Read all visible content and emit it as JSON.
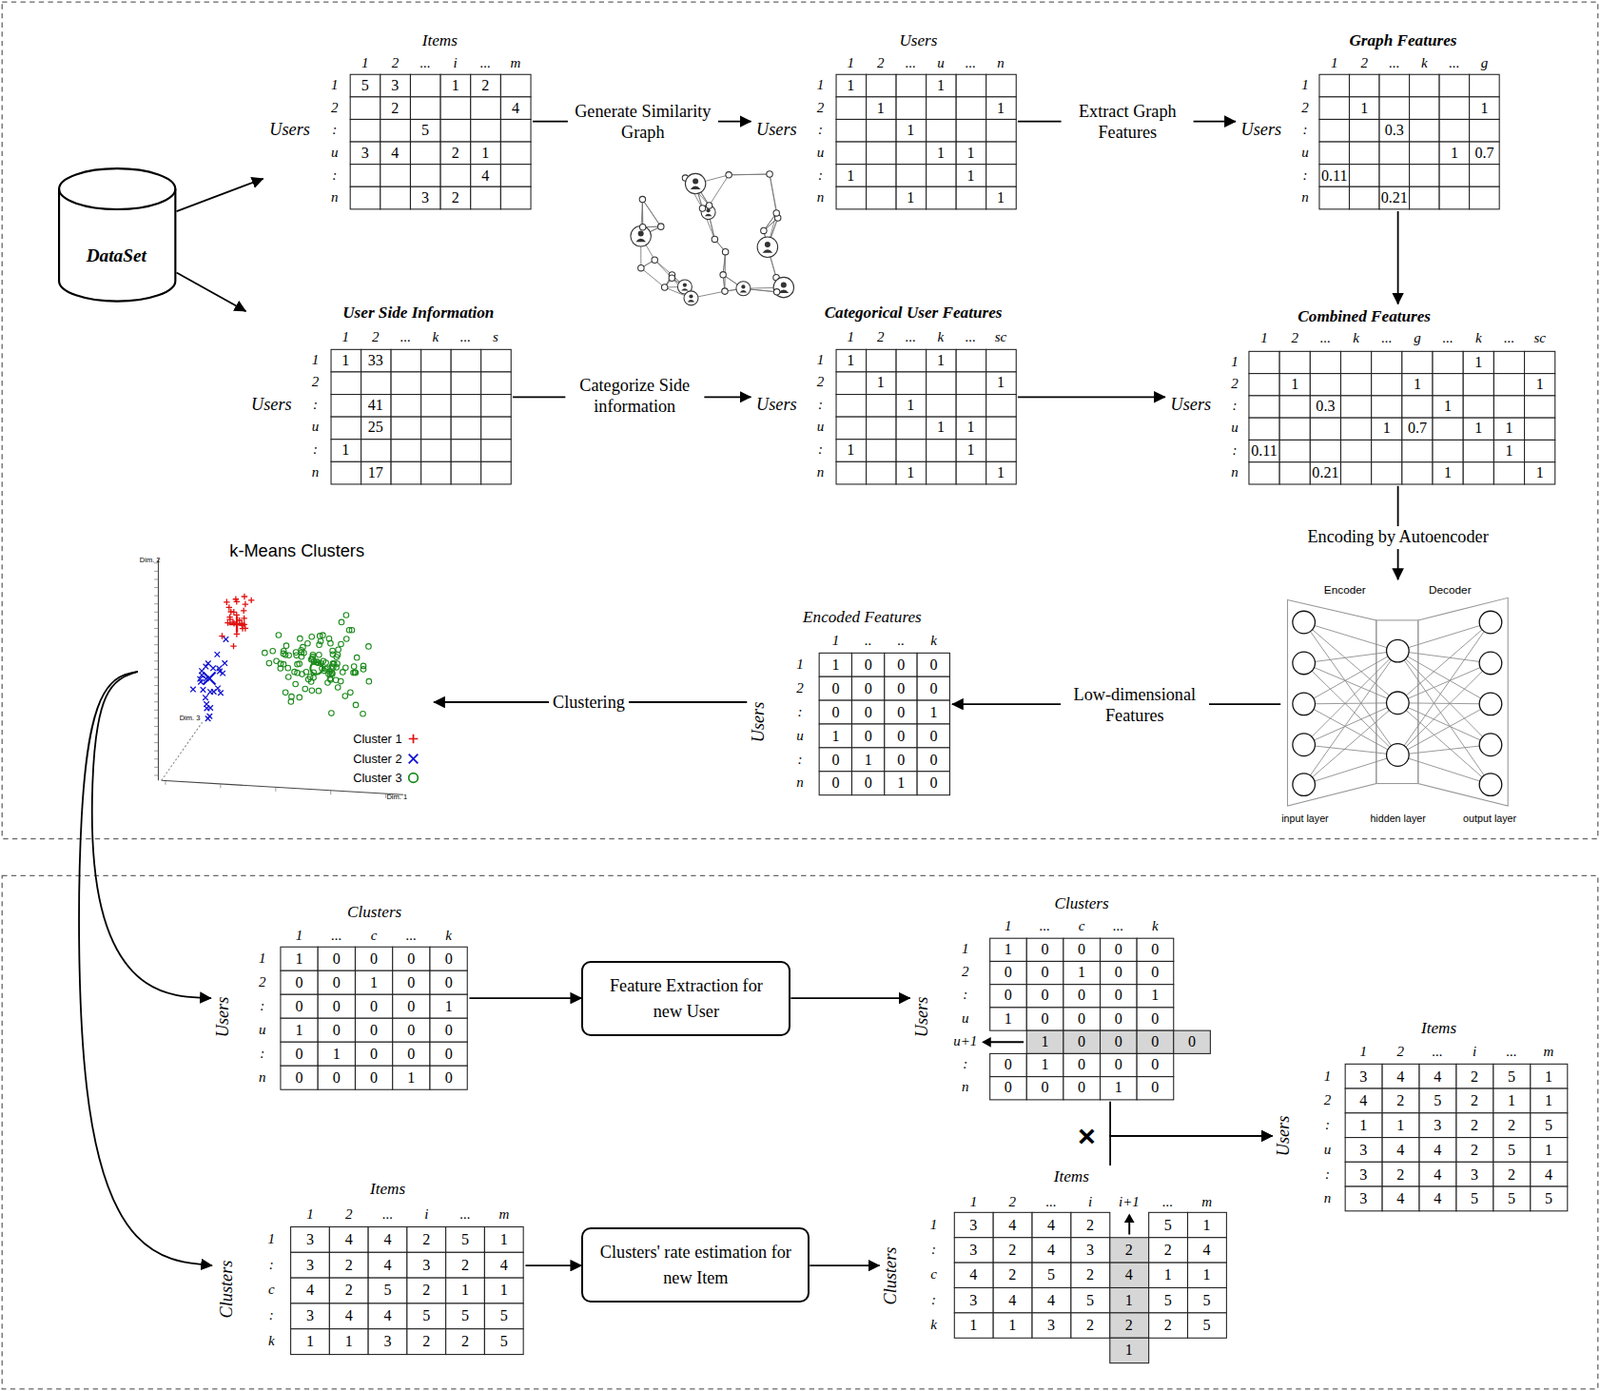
{
  "diagram": {
    "nodes": [
      {
        "text": [
          "DataSet"
        ]
      },
      {
        "text": [
          "Items",
          "Users"
        ]
      },
      {
        "text": [
          "Users",
          "Users"
        ]
      },
      {
        "text": [
          "Graph Features",
          "Users"
        ]
      },
      {
        "text": [
          "User Side Information",
          "Users"
        ]
      },
      {
        "text": [
          "Categorical User Features",
          "Users"
        ]
      },
      {
        "text": [
          "Combined Features",
          "Users"
        ]
      },
      {
        "text": [
          "k-Means Clusters"
        ]
      },
      {
        "text": [
          "Encoded Features",
          "Users"
        ]
      },
      {
        "text": [
          "Encoder",
          "Decoder",
          "input layer",
          "hidden layer",
          "output layer"
        ]
      },
      {
        "text": [
          "Clusters",
          "Users"
        ]
      },
      {
        "text": [
          "Feature Extraction for new User"
        ]
      },
      {
        "text": [
          "Clusters",
          "Users"
        ]
      },
      {
        "text": [
          "Items",
          "Users"
        ]
      },
      {
        "text": [
          "Items",
          "Clusters"
        ]
      },
      {
        "text": [
          "Clusters' rate estimation for new Item"
        ]
      },
      {
        "text": [
          "Items",
          "Clusters"
        ]
      }
    ],
    "edges": [
      {
        "from": 0,
        "to": 1,
        "arrow": "to"
      },
      {
        "from": 0,
        "to": 4,
        "arrow": "to"
      },
      {
        "from": 1,
        "to": 2,
        "label": "Generate Similarity Graph",
        "arrow": "to"
      },
      {
        "from": 2,
        "to": 3,
        "label": "Extract Graph Features",
        "arrow": "to"
      },
      {
        "from": 4,
        "to": 5,
        "label": "Categorize Side information",
        "arrow": "to"
      },
      {
        "from": 5,
        "to": 6,
        "arrow": "to"
      },
      {
        "from": 3,
        "to": 6,
        "arrow": "to"
      },
      {
        "from": 6,
        "to": 9,
        "label": "Encoding by Autoencoder",
        "arrow": "to"
      },
      {
        "from": 9,
        "to": 8,
        "label": "Low-dimensional Features",
        "arrow": "to"
      },
      {
        "from": 8,
        "to": 7,
        "label": "Clustering",
        "arrow": "to"
      },
      {
        "from": 7,
        "to": 10,
        "arrow": "to"
      },
      {
        "from": 7,
        "to": 14,
        "arrow": "to"
      },
      {
        "from": 10,
        "to": 11,
        "arrow": "to"
      },
      {
        "from": 11,
        "to": 12,
        "arrow": "to"
      },
      {
        "from": 14,
        "to": 15,
        "arrow": "to"
      },
      {
        "from": 15,
        "to": 16,
        "arrow": "to"
      },
      {
        "from": 12,
        "to": 13,
        "arrow": "to"
      },
      {
        "from": 16,
        "to": 13,
        "arrow": "to"
      }
    ],
    "labels": [
      "1",
      "2",
      "...",
      "i",
      "...",
      "m",
      "1",
      "2",
      ":",
      "u",
      ":",
      "n",
      "5",
      "3",
      "1",
      "2",
      "2",
      "4",
      "5",
      "3",
      "4",
      "2",
      "1",
      "4",
      "3",
      "2",
      "1",
      "2",
      "...",
      "u",
      "...",
      "n",
      "1",
      "2",
      ":",
      "u",
      ":",
      "n",
      "1",
      "1",
      "1",
      "1",
      "1",
      "1",
      "1",
      "1",
      "1",
      "1",
      "1",
      "1",
      "2",
      "...",
      "k",
      "...",
      "g",
      "1",
      "2",
      ":",
      "u",
      ":",
      "n",
      "1",
      "1",
      "0.3",
      "1",
      "0.7",
      "0.11",
      "0.21",
      "1",
      "2",
      "...",
      "k",
      "...",
      "s",
      "1",
      "2",
      ":",
      "u",
      ":",
      "n",
      "1",
      "33",
      "41",
      "25",
      "1",
      "17",
      "1",
      "2",
      "...",
      "k",
      "...",
      "sc",
      "1",
      "2",
      ":",
      "u",
      ":",
      "n",
      "1",
      "1",
      "1",
      "1",
      "1",
      "1",
      "1",
      "1",
      "1",
      "1",
      "1",
      "1",
      "2",
      "...",
      "k",
      "...",
      "g",
      "...",
      "k",
      "...",
      "sc",
      "1",
      "2",
      ":",
      "u",
      ":",
      "n",
      "1",
      "1",
      "1",
      "1",
      "0.3",
      "1",
      "1",
      "0.7",
      "1",
      "1",
      "0.11",
      "1",
      "0.21",
      "1",
      "1",
      "1",
      "..",
      "..",
      "k",
      "1",
      "2",
      ":",
      "u",
      ":",
      "n",
      "1",
      "0",
      "0",
      "0",
      "0",
      "0",
      "0",
      "0",
      "0",
      "0",
      "0",
      "1",
      "1",
      "0",
      "0",
      "0",
      "0",
      "1",
      "0",
      "0",
      "0",
      "0",
      "1",
      "0",
      "1",
      "...",
      "c",
      "...",
      "k",
      "1",
      "2",
      ":",
      "u",
      ":",
      "n",
      "1",
      "0",
      "0",
      "0",
      "0",
      "0",
      "0",
      "1",
      "0",
      "0",
      "0",
      "0",
      "0",
      "0",
      "1",
      "1",
      "0",
      "0",
      "0",
      "0",
      "0",
      "1",
      "0",
      "0",
      "0",
      "0",
      "0",
      "0",
      "1",
      "0",
      "1",
      "...",
      "c",
      "...",
      "k",
      "1",
      "2",
      ":",
      "u",
      "u+1",
      ":",
      "n",
      "1",
      "0",
      "0",
      "0",
      "0",
      "0",
      "0",
      "1",
      "0",
      "0",
      "0",
      "0",
      "0",
      "0",
      "1",
      "1",
      "0",
      "0",
      "0",
      "0",
      "1",
      "0",
      "0",
      "0",
      "0",
      "0",
      "1",
      "0",
      "0",
      "0",
      "0",
      "0",
      "0",
      "1",
      "0",
      "1",
      "2",
      "...",
      "i",
      "...",
      "m",
      "1",
      "2",
      ":",
      "u",
      ":",
      "n",
      "3",
      "4",
      "4",
      "2",
      "5",
      "1",
      "4",
      "2",
      "5",
      "2",
      "1",
      "1",
      "1",
      "1",
      "3",
      "2",
      "2",
      "5",
      "3",
      "4",
      "4",
      "2",
      "5",
      "1",
      "3",
      "2",
      "4",
      "3",
      "2",
      "4",
      "3",
      "4",
      "4",
      "5",
      "5",
      "5",
      "1",
      "2",
      "...",
      "i",
      "...",
      "m",
      "1",
      ":",
      "c",
      ":",
      "k",
      "3",
      "4",
      "4",
      "2",
      "5",
      "1",
      "3",
      "2",
      "4",
      "3",
      "2",
      "4",
      "4",
      "2",
      "5",
      "2",
      "1",
      "1",
      "3",
      "4",
      "4",
      "5",
      "5",
      "5",
      "1",
      "1",
      "3",
      "2",
      "2",
      "5",
      "1",
      "2",
      "...",
      "i",
      "i+1",
      "...",
      "m",
      "1",
      ":",
      "c",
      ":",
      "k",
      "3",
      "4",
      "4",
      "2",
      "5",
      "1",
      "3",
      "2",
      "4",
      "3",
      "2",
      "2",
      "4",
      "4",
      "2",
      "5",
      "2",
      "4",
      "1",
      "1",
      "3",
      "4",
      "4",
      "5",
      "1",
      "5",
      "5",
      "1",
      "1",
      "3",
      "2",
      "2",
      "2",
      "5",
      "1",
      "×",
      "Dim. 2",
      "Dim. 3",
      "Dim. 1"
    ],
    "legend": [
      {
        "text": "Cluster 1"
      },
      {
        "text": "Cluster 2"
      },
      {
        "text": "Cluster 3"
      }
    ]
  }
}
